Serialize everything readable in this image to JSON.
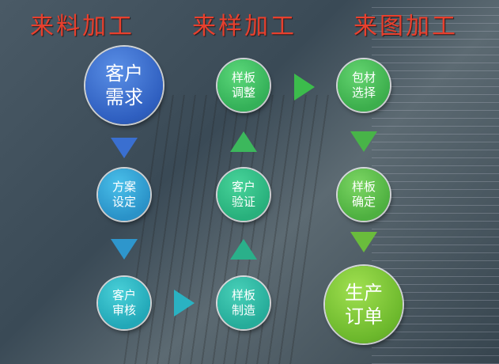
{
  "titles": [
    "来料加工",
    "来样加工",
    "来图加工"
  ],
  "nodes": {
    "c1": [
      "客户需求",
      "方案设定",
      "客户审核"
    ],
    "c2": [
      "样板调整",
      "客户验证",
      "样板制造"
    ],
    "c3": [
      "包材选择",
      "样板确定",
      "生产订单"
    ]
  },
  "colors": {
    "title": "#e8402e",
    "blue": "#3b6fd2",
    "teal": "#2aa6cc",
    "green": "#3cb85c",
    "lime": "#78c03a"
  }
}
